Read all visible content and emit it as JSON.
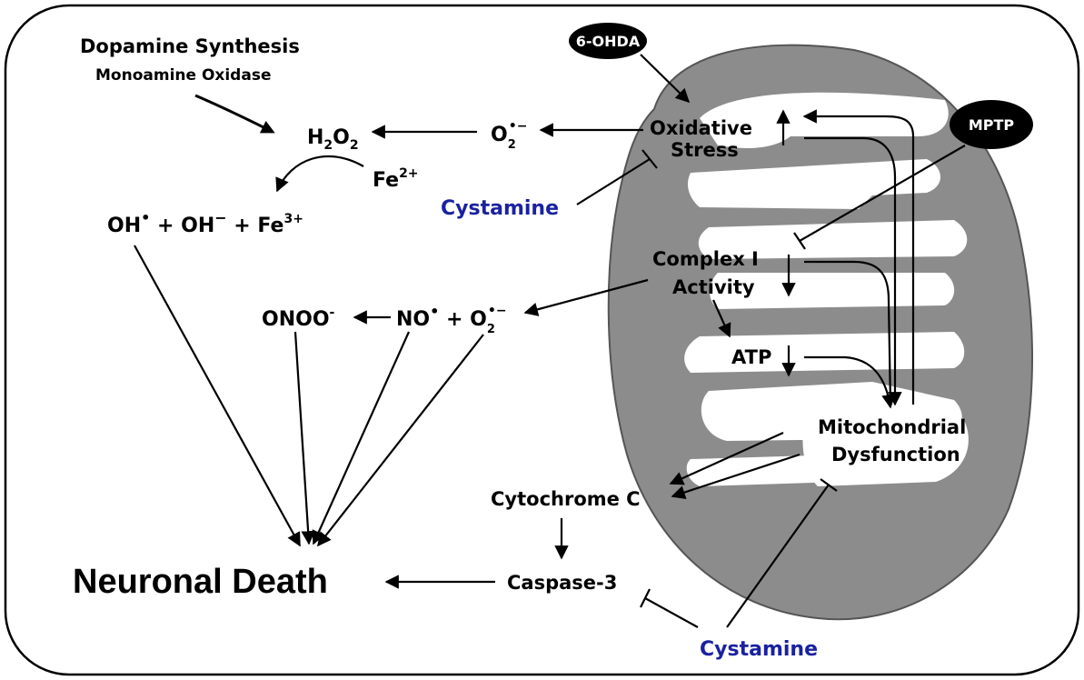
{
  "labels": {
    "dopamine_synthesis": "Dopamine Synthesis",
    "monoamine_oxidase": "Monoamine Oxidase",
    "h2o2": "H",
    "h2o2_sub1": "2",
    "h2o2_o": "O",
    "h2o2_sub2": "2",
    "fe2": "Fe",
    "fe2_sup": "2+",
    "oh_radical": "OH",
    "plus1": " + OH",
    "plus2": " + Fe",
    "fe3_sup": "3+",
    "superoxide_top": "O",
    "superoxide_top_sub": "2",
    "superoxide_top_sup": "•−",
    "oxidative": "Oxidative",
    "stress": "Stress",
    "cystamine_top": "Cystamine",
    "complex_i": "Complex I",
    "activity": "Activity",
    "onoo": "ONOO",
    "onoo_sup": "-",
    "no": "NO",
    "no_sup": "•",
    "plus_o2": " + O",
    "o2_sub": "2",
    "o2_sup": "•−",
    "atp": "ATP",
    "mito1": "Mitochondrial",
    "mito2": "Dysfunction",
    "cytochrome": "Cytochrome C",
    "caspase": "Caspase-3",
    "neuronal_death": "Neuronal Death",
    "cystamine_bottom": "Cystamine"
  },
  "badges": {
    "ohda": "6-OHDA",
    "mptp": "MPTP"
  },
  "colors": {
    "mitochondrion": "#8c8c8c",
    "cystamine": "#1a22a0",
    "badge": "#000000"
  }
}
